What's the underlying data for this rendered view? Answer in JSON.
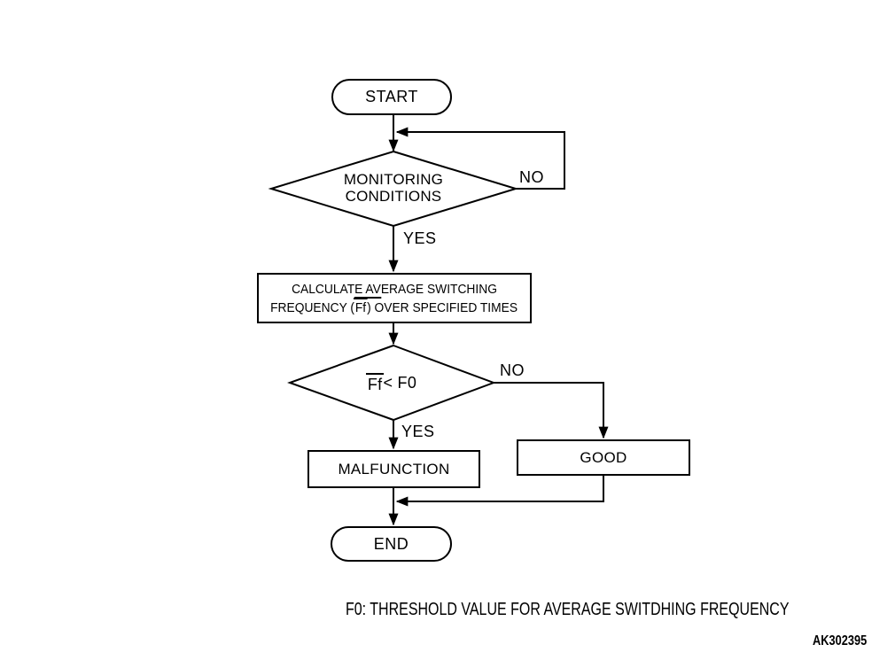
{
  "figure": {
    "colors": {
      "ink": "#000000",
      "background": "#ffffff"
    },
    "nodes": {
      "start": "START",
      "monitoring_line1": "MONITORING",
      "monitoring_line2": "CONDITIONS",
      "calc_line1_pre": "CALCULAT",
      "calc_line1_underlined": "E AV",
      "calc_line1_post": "ERAGE SWITCHING",
      "calc_line2_pre": "FREQUENCY (",
      "calc_line2_overbar": "Ff",
      "calc_line2_post": ") OVER SPECIFIED TIMES",
      "threshold_overbar": "Ff",
      "threshold_rest": " < F0",
      "malfunction": "MALFUNCTION",
      "good": "GOOD",
      "end": "END"
    },
    "branch_labels": {
      "monitoring_no": "NO",
      "monitoring_yes": "YES",
      "threshold_no": "NO",
      "threshold_yes": "YES"
    },
    "footnote": "F0: THRESHOLD VALUE FOR AVERAGE SWITDHING FREQUENCY",
    "figure_code": "AK302395"
  }
}
